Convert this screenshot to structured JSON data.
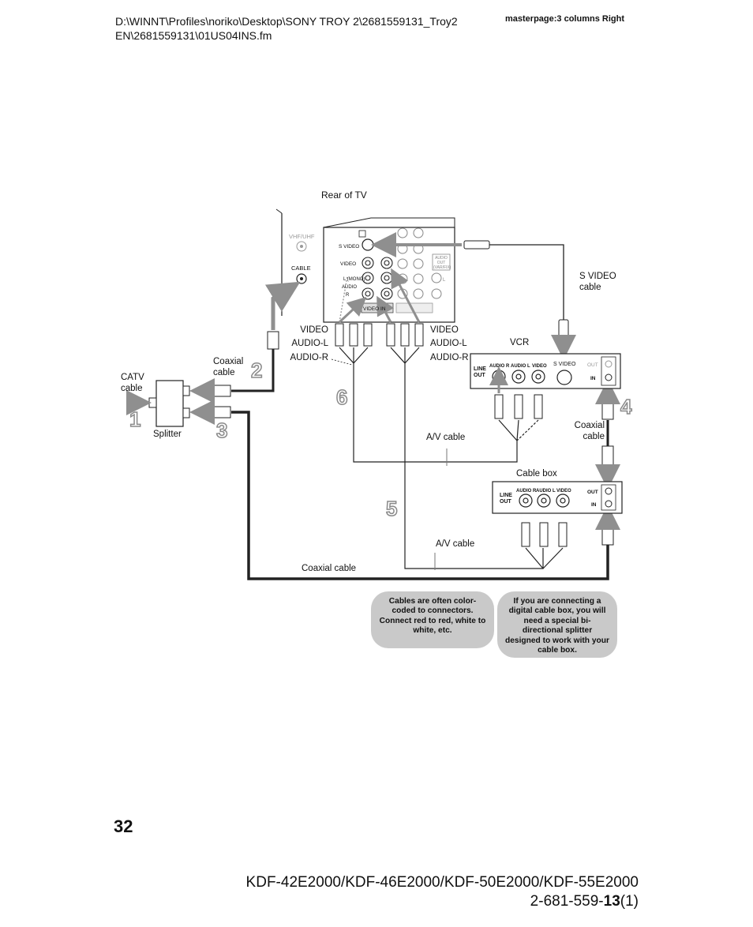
{
  "header": {
    "path_line1": "D:\\WINNT\\Profiles\\noriko\\Desktop\\SONY TROY 2\\2681559131_Troy2",
    "path_line2": "EN\\2681559131\\01US04INS.fm",
    "masterpage": "masterpage:3 columns Right"
  },
  "diagram": {
    "rear_of_tv": "Rear of TV",
    "tv_labels": {
      "vhf_uhf": "VHF/UHF",
      "cable": "CABLE",
      "s_video": "S VIDEO",
      "video": "VIDEO",
      "l_mono": "L (MONO)",
      "audio": "AUDIO",
      "r": "R",
      "video_in": "VIDEO IN",
      "audio_out": "AUDIO OUT (VAR/FIX)",
      "l": "L"
    },
    "plug_labels_left": [
      "VIDEO",
      "AUDIO-L",
      "AUDIO-R"
    ],
    "plug_labels_right": [
      "VIDEO",
      "AUDIO-L",
      "AUDIO-R"
    ],
    "s_video_cable": "S VIDEO cable",
    "vcr": "VCR",
    "vcr_panel": {
      "line_out": "LINE OUT",
      "audio_r": "AUDIO R",
      "audio_l": "AUDIO L",
      "video": "VIDEO",
      "s_video": "S VIDEO",
      "out": "OUT",
      "in": "IN"
    },
    "coaxial_cable_top": "Coaxial cable",
    "catv_cable": "CATV cable",
    "splitter": "Splitter",
    "av_cable_1": "A/V cable",
    "coaxial_cable_right": "Coaxial cable",
    "cable_box": "Cable box",
    "cable_box_panel": {
      "line_out": "LINE OUT",
      "audio_r": "AUDIO R",
      "audio_l": "AUDIO L",
      "video": "VIDEO",
      "out": "OUT",
      "in": "IN"
    },
    "av_cable_2": "A/V cable",
    "coaxial_cable_bottom": "Coaxial cable",
    "steps": [
      "1",
      "2",
      "3",
      "4",
      "5",
      "6"
    ]
  },
  "notes": [
    "Cables are often color-coded to connectors. Connect red to red, white to white, etc.",
    "If you are connecting a digital cable box, you will need a special bi-directional splitter designed to work with your cable box."
  ],
  "footer": {
    "page_number": "32",
    "models": "KDF-42E2000/KDF-46E2000/KDF-50E2000/KDF-55E2000",
    "part_prefix": "2-681-559-",
    "part_bold": "13",
    "part_suffix": "(1)"
  }
}
